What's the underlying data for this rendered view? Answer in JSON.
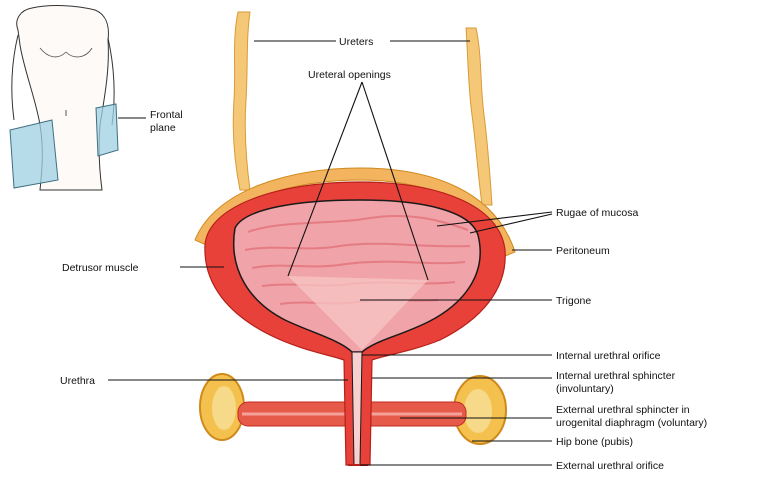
{
  "figure": {
    "colors": {
      "muscle": "#e8413a",
      "muscle_dark": "#c22a22",
      "mucosa": "#f0a3a8",
      "peritoneum": "#f3b460",
      "ureter": "#f5c877",
      "bone": "#f4c14f",
      "outline": "#1a1a1a",
      "plane": "#9ecfe2"
    },
    "labels": {
      "ureters": "Ureters",
      "ureteral_openings": "Ureteral openings",
      "frontal_plane_line1": "Frontal",
      "frontal_plane_line2": "plane",
      "rugae": "Rugae of mucosa",
      "peritoneum": "Peritoneum",
      "detrusor": "Detrusor muscle",
      "trigone": "Trigone",
      "internal_orifice": "Internal urethral orifice",
      "urethra": "Urethra",
      "internal_sphincter_line1": "Internal urethral sphincter",
      "internal_sphincter_line2": "(involuntary)",
      "external_sphincter_line1": "External urethral sphincter in",
      "external_sphincter_line2": "urogenital diaphragm (voluntary)",
      "hip_bone": "Hip bone (pubis)",
      "external_orifice": "External urethral orifice"
    }
  }
}
